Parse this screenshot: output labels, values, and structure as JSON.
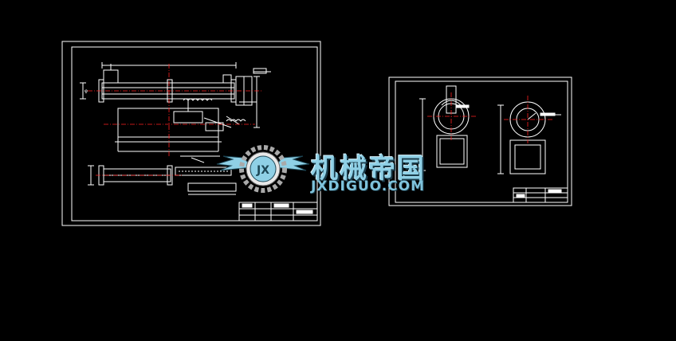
{
  "watermark": {
    "name": "机械帝国",
    "site": "JXDIGUO.COM",
    "emblem": "JX",
    "color": "#8fd0e6"
  },
  "colors": {
    "background": "#000000",
    "line": "#ffffff",
    "center_line": "#ff2020",
    "watermark": "#8fd0e6"
  }
}
